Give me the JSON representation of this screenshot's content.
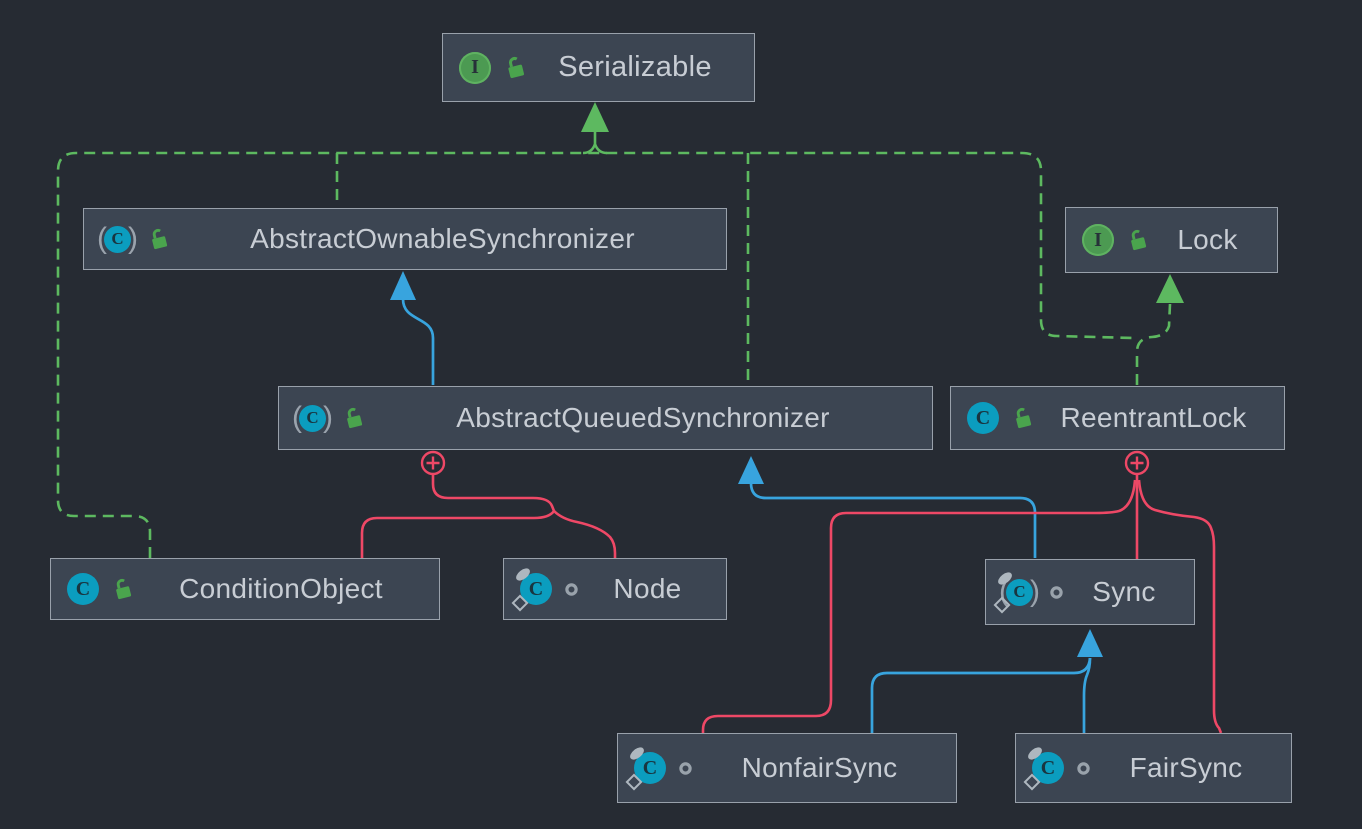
{
  "diagram": {
    "tool": "UML class diagram",
    "icon_glyphs": {
      "interface_letter": "I",
      "class_letter": "C",
      "expand_badge_symbol": "+"
    },
    "colors": {
      "background": "#262b33",
      "node_fill": "#3c4552",
      "node_border": "#99a1ab",
      "label_text": "#c8cdd4",
      "implements_green": "#5db960",
      "extends_blue": "#38a4de",
      "inner_class_red": "#ee4866",
      "icon_interface_green": "#4c9a52",
      "icon_class_teal": "#0b9dbf",
      "icon_lock_green": "#4aa44d",
      "icon_package_private_gray": "#99a2ab"
    },
    "nodes": [
      {
        "label": "Serializable",
        "kind": "interface",
        "visibility": "public"
      },
      {
        "label": "AbstractOwnableSynchronizer",
        "kind": "abstract class",
        "visibility": "public"
      },
      {
        "label": "Lock",
        "kind": "interface",
        "visibility": "public"
      },
      {
        "label": "AbstractQueuedSynchronizer",
        "kind": "abstract class",
        "visibility": "public"
      },
      {
        "label": "ReentrantLock",
        "kind": "class",
        "visibility": "public"
      },
      {
        "label": "ConditionObject",
        "kind": "class",
        "visibility": "public"
      },
      {
        "label": "Node",
        "kind": "static nested class",
        "visibility": "package-private"
      },
      {
        "label": "Sync",
        "kind": "abstract static nested class",
        "visibility": "package-private"
      },
      {
        "label": "NonfairSync",
        "kind": "static nested class",
        "visibility": "package-private"
      },
      {
        "label": "FairSync",
        "kind": "static nested class",
        "visibility": "package-private"
      }
    ],
    "edges": [
      {
        "from": "AbstractOwnableSynchronizer",
        "to": "Serializable",
        "type": "implements",
        "style": "green-dashed-arrow"
      },
      {
        "from": "AbstractQueuedSynchronizer",
        "to": "Serializable",
        "type": "implements",
        "style": "green-dashed-arrow"
      },
      {
        "from": "ConditionObject",
        "to": "Serializable",
        "type": "implements",
        "style": "green-dashed-arrow"
      },
      {
        "from": "ReentrantLock",
        "to": "Serializable",
        "type": "implements",
        "style": "green-dashed-arrow"
      },
      {
        "from": "ReentrantLock",
        "to": "Lock",
        "type": "implements",
        "style": "green-dashed-arrow"
      },
      {
        "from": "AbstractQueuedSynchronizer",
        "to": "AbstractOwnableSynchronizer",
        "type": "extends",
        "style": "blue-solid-arrow"
      },
      {
        "from": "Sync",
        "to": "AbstractQueuedSynchronizer",
        "type": "extends",
        "style": "blue-solid-arrow"
      },
      {
        "from": "NonfairSync",
        "to": "Sync",
        "type": "extends",
        "style": "blue-solid-arrow"
      },
      {
        "from": "FairSync",
        "to": "Sync",
        "type": "extends",
        "style": "blue-solid-arrow"
      },
      {
        "from": "ConditionObject",
        "to": "AbstractQueuedSynchronizer",
        "type": "inner-class",
        "style": "red-solid"
      },
      {
        "from": "Node",
        "to": "AbstractQueuedSynchronizer",
        "type": "inner-class",
        "style": "red-solid"
      },
      {
        "from": "Sync",
        "to": "ReentrantLock",
        "type": "inner-class",
        "style": "red-solid"
      },
      {
        "from": "NonfairSync",
        "to": "ReentrantLock",
        "type": "inner-class",
        "style": "red-solid"
      },
      {
        "from": "FairSync",
        "to": "ReentrantLock",
        "type": "inner-class",
        "style": "red-solid"
      }
    ]
  }
}
